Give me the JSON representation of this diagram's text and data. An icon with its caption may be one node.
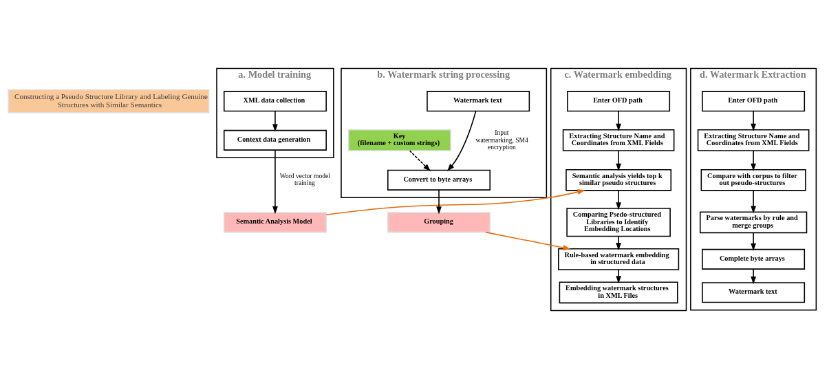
{
  "diagram": {
    "nodes": [
      {
        "text": [
          "Constructing a Pseudo Structure Library and Labeling Genuine Structures with Similar Semantics"
        ]
      },
      {
        "text": [
          "a. Model training"
        ]
      },
      {
        "text": [
          "XML data collection"
        ],
        "in": 1
      },
      {
        "text": [
          "Context data generation"
        ],
        "in": 1
      },
      {
        "text": [
          "Semantic Analysis Model"
        ]
      },
      {
        "text": [
          "b. Watermark string processing"
        ]
      },
      {
        "text": [
          "Watermark text"
        ],
        "in": 5
      },
      {
        "text": [
          "Key",
          "(filename + custom strings)"
        ],
        "in": 5
      },
      {
        "text": [
          "Convert to byte arrays"
        ],
        "in": 5
      },
      {
        "text": [
          "Grouping"
        ]
      },
      {
        "text": [
          "c. Watermark embedding"
        ]
      },
      {
        "text": [
          "Enter OFD path"
        ],
        "in": 10
      },
      {
        "text": [
          "Extracting Structure Name and Coordinates from XML Fields"
        ],
        "in": 10
      },
      {
        "text": [
          "Semantic analysis yields top k similar pseudo structures"
        ],
        "in": 10
      },
      {
        "text": [
          "Comparing Psedo-structured Libraries to Identify Embedding Locations"
        ],
        "in": 10
      },
      {
        "text": [
          "Rule-based watermark embedding in structured data"
        ],
        "in": 10
      },
      {
        "text": [
          "Embedding watermark structures in XML Files"
        ],
        "in": 10
      },
      {
        "text": [
          "d. Watermark Extraction"
        ]
      },
      {
        "text": [
          "Enter OFD path"
        ],
        "in": 17
      },
      {
        "text": [
          "Extracting Structure Name and Coordinates from XML Fields"
        ],
        "in": 17
      },
      {
        "text": [
          "Compare with corpus to filter out pseudo-structures"
        ],
        "in": 17
      },
      {
        "text": [
          "Parse watermarks by rule and merge groups"
        ],
        "in": 17
      },
      {
        "text": [
          "Complete byte arrays"
        ],
        "in": 17
      },
      {
        "text": [
          "Watermark text"
        ],
        "in": 17
      }
    ],
    "edges": [
      {
        "from": 2,
        "to": 3,
        "arrow": "to"
      },
      {
        "from": 3,
        "to": 4,
        "arrow": "to",
        "label": "Word vector model training"
      },
      {
        "from": 6,
        "to": 8,
        "arrow": "to",
        "label": "Input watermarking, SM4 encryption"
      },
      {
        "from": 7,
        "to": 8,
        "arrow": "to",
        "style": "dashed"
      },
      {
        "from": 8,
        "to": 9,
        "arrow": "to"
      },
      {
        "from": 4,
        "to": 13,
        "arrow": "to",
        "color": "#e46c0a"
      },
      {
        "from": 9,
        "to": 15,
        "arrow": "to",
        "color": "#e46c0a"
      },
      {
        "from": 11,
        "to": 12,
        "arrow": "to"
      },
      {
        "from": 12,
        "to": 13,
        "arrow": "to"
      },
      {
        "from": 13,
        "to": 14,
        "arrow": "to"
      },
      {
        "from": 14,
        "to": 15,
        "arrow": "to"
      },
      {
        "from": 15,
        "to": 16,
        "arrow": "to"
      },
      {
        "from": 18,
        "to": 19,
        "arrow": "to"
      },
      {
        "from": 19,
        "to": 20,
        "arrow": "to"
      },
      {
        "from": 20,
        "to": 21,
        "arrow": "to"
      },
      {
        "from": 21,
        "to": 22,
        "arrow": "to"
      },
      {
        "from": 22,
        "to": 23,
        "arrow": "to"
      }
    ]
  }
}
